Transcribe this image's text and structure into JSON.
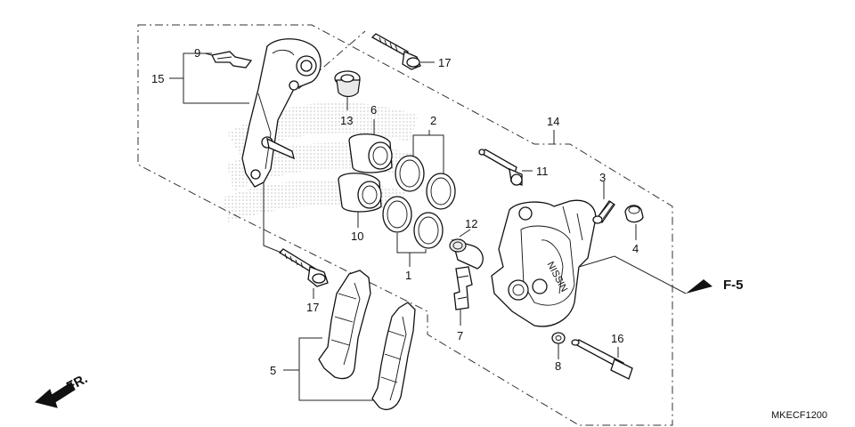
{
  "diagram": {
    "code": "MKECF1200",
    "ref_arrow": "F-5",
    "fr_arrow": "FR.",
    "callouts": {
      "c1": "1",
      "c2": "2",
      "c3": "3",
      "c4": "4",
      "c5": "5",
      "c6": "6",
      "c7": "7",
      "c8": "8",
      "c9": "9",
      "c10": "10",
      "c11": "11",
      "c12": "12",
      "c13": "13",
      "c14": "14",
      "c15": "15",
      "c16": "16",
      "c17a": "17",
      "c17b": "17"
    }
  },
  "colors": {
    "ink": "#111111",
    "background": "#ffffff",
    "watermark": "#d0d0d0"
  }
}
